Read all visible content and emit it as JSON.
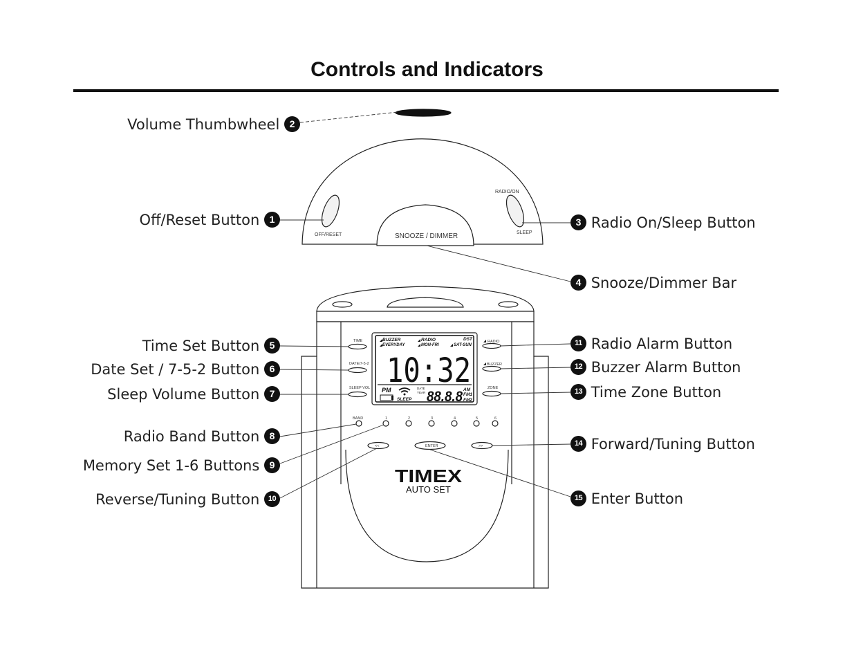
{
  "page": {
    "title": "Controls and Indicators"
  },
  "clock_labels": {
    "off_reset": "OFF/RESET",
    "radio_on": "RADIO/ON",
    "sleep": "SLEEP",
    "snooze_dimmer": "SNOOZE / DIMMER",
    "time": "TIME",
    "date": "DATE/7-5-2",
    "sleep_vol": "SLEEP VOL",
    "radio": "RADIO",
    "buzzer": "BUZZER",
    "zone": "ZONE",
    "band": "BAND",
    "presets": [
      "1",
      "2",
      "3",
      "4",
      "5",
      "6"
    ],
    "reverse": "<<",
    "enter": "ENTER",
    "forward": ">>",
    "brand": "TIMEX",
    "auto_set": "AUTO SET"
  },
  "lcd": {
    "buzzer": "BUZZER",
    "radio": "RADIO",
    "dst": "DST",
    "everyday": "EVERYDAY",
    "mon_fri": "MON-FRI",
    "sat_sun": "SAT-SUN",
    "time": "10:32",
    "pm": "PM",
    "date": "DATE",
    "year": "YEAR",
    "sleep": "SLEEP",
    "freq": "88.8.8",
    "am": "AM",
    "fm1": "FM1",
    "fm2": "FM2"
  },
  "callouts": {
    "c1": {
      "num": "1",
      "text": "Off/Reset Button"
    },
    "c2": {
      "num": "2",
      "text": "Volume Thumbwheel"
    },
    "c3": {
      "num": "3",
      "text": "Radio On/Sleep Button"
    },
    "c4": {
      "num": "4",
      "text": "Snooze/Dimmer Bar"
    },
    "c5": {
      "num": "5",
      "text": "Time Set Button"
    },
    "c6": {
      "num": "6",
      "text": "Date Set / 7-5-2 Button"
    },
    "c7": {
      "num": "7",
      "text": "Sleep Volume Button"
    },
    "c8": {
      "num": "8",
      "text": "Radio Band Button"
    },
    "c9": {
      "num": "9",
      "text": "Memory Set 1-6 Buttons"
    },
    "c10": {
      "num": "10",
      "text": "Reverse/Tuning Button"
    },
    "c11": {
      "num": "11",
      "text": "Radio Alarm Button"
    },
    "c12": {
      "num": "12",
      "text": "Buzzer Alarm Button"
    },
    "c13": {
      "num": "13",
      "text": "Time Zone Button"
    },
    "c14": {
      "num": "14",
      "text": "Forward/Tuning Button"
    },
    "c15": {
      "num": "15",
      "text": "Enter Button"
    }
  }
}
